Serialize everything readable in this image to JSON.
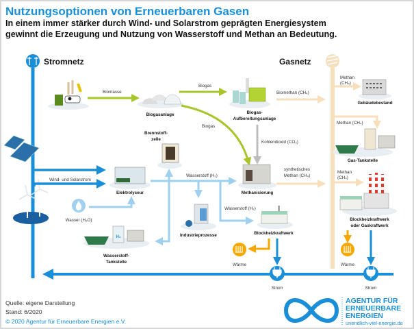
{
  "title": "Nutzungsoptionen von Erneuerbaren Gasen",
  "subtitle": [
    "In einem immer stärker durch Wind- und Solarstrom geprägten Energiesystem",
    "gewinnt die Erzeugung und Nutzung von Wasserstoff und Methan an Bedeutung."
  ],
  "networks": {
    "power": "Stromnetz",
    "gas": "Gasnetz"
  },
  "nodes": {
    "biogas_plant": "Biogasanlage",
    "upgrading": [
      "Biogas-",
      "Aufbereitungsanlage"
    ],
    "fuel_cell": [
      "Brennstoff-",
      "zelle"
    ],
    "electrolyser": "Elektrolyseur",
    "methanation": "Methanisierung",
    "industry": "Industrieprozesse",
    "chp": "Blockheizkraftwerk",
    "h2_station": [
      "Wasserstoff-",
      "Tankstelle"
    ],
    "buildings": "Gebäudebestand",
    "gas_station": "Gas-Tankstelle",
    "power_plant": [
      "Blockheizkraftwerk",
      "oder Gaskraftwerk"
    ],
    "water": "Wasser (H₂O)",
    "heat": "Wärme",
    "power": "Strom"
  },
  "flows": {
    "biomass": "Biomasse",
    "biogas": "Biogas",
    "biomethane": "Biomethan (CH₄)",
    "co2": "Kohlendioxid (CO₂)",
    "hydrogen": "Wasserstoff (H₂)",
    "wind_solar": "Wind- und Solarstrom",
    "synthetic_methane": [
      "synthetisches",
      "Methan (CH₄)"
    ],
    "methane": "Methan (CH₄)",
    "methane_split": [
      "Methan",
      "(CH₄)"
    ]
  },
  "footer": {
    "source": "Quelle: eigene Darstellung",
    "date": "Stand: 6/2020",
    "copyright": "© 2020 Agentur für Erneuerbare Energien e.V."
  },
  "logo": {
    "lines": [
      "AGENTUR FÜR",
      "ERNEUERBARE",
      "ENERGIEN"
    ],
    "url": "unendlich-viel-energie.de"
  },
  "colors": {
    "blue": "#1a8fd8",
    "lightblue": "#9fd0f0",
    "green": "#a8c52a",
    "beige": "#f6dfba",
    "orange": "#f5a800",
    "grey": "#bdbdbd"
  }
}
